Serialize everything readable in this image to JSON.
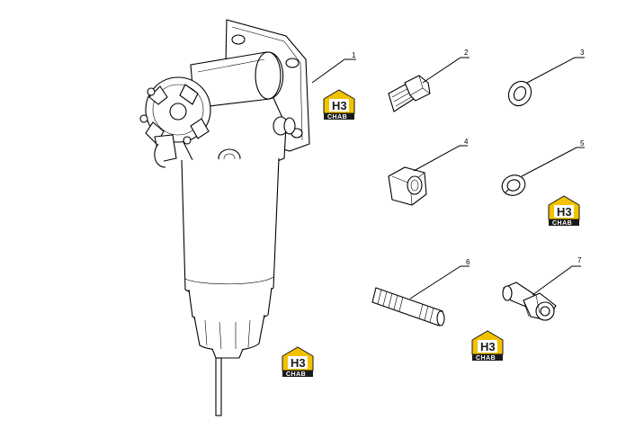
{
  "parts": [
    {
      "callout": "1",
      "name": "fuel filter assembly"
    },
    {
      "callout": "2",
      "name": "bolt"
    },
    {
      "callout": "3",
      "name": "washer"
    },
    {
      "callout": "4",
      "name": "nut"
    },
    {
      "callout": "5",
      "name": "lock washer"
    },
    {
      "callout": "6",
      "name": "stud"
    },
    {
      "callout": "7",
      "name": "banjo bolt"
    }
  ],
  "watermark": {
    "logo_text": "H3",
    "caption": "CHAB",
    "colors": {
      "yellow": "#f2c200",
      "dark": "#1a1a1a",
      "white": "#ffffff"
    }
  }
}
